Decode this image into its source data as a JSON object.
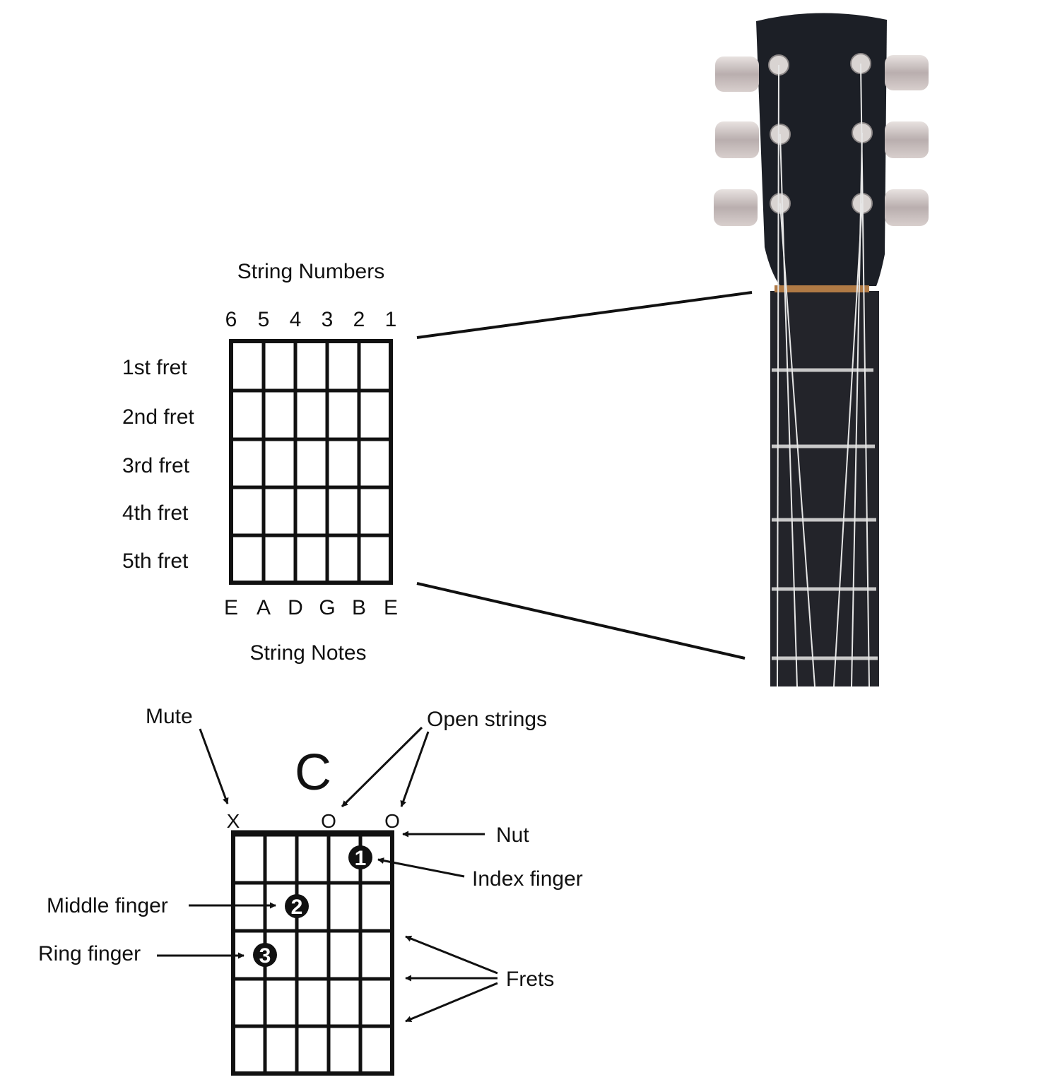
{
  "string_chart": {
    "title": "String Numbers",
    "string_numbers": [
      "6",
      "5",
      "4",
      "3",
      "2",
      "1"
    ],
    "fret_labels": [
      "1st fret",
      "2nd fret",
      "3rd fret",
      "4th fret",
      "5th fret"
    ],
    "string_notes": [
      "E",
      "A",
      "D",
      "G",
      "B",
      "E"
    ],
    "notes_caption": "String Notes"
  },
  "chord_diagram": {
    "chord_name": "C",
    "string_markers": [
      "X",
      "",
      "",
      "O",
      "",
      "O"
    ],
    "fingers": [
      {
        "label": "1",
        "string": 2,
        "fret": 1
      },
      {
        "label": "2",
        "string": 4,
        "fret": 2
      },
      {
        "label": "3",
        "string": 5,
        "fret": 3
      }
    ],
    "annotations": {
      "mute": "Mute",
      "open_strings": "Open strings",
      "nut": "Nut",
      "index_finger": "Index finger",
      "middle_finger": "Middle finger",
      "ring_finger": "Ring finger",
      "frets": "Frets"
    }
  },
  "colors": {
    "ink": "#111111",
    "headstock": "#1c1f26",
    "fretboard": "#23242a",
    "nut": "#b07a45",
    "tuner": "#c9c2c0"
  }
}
